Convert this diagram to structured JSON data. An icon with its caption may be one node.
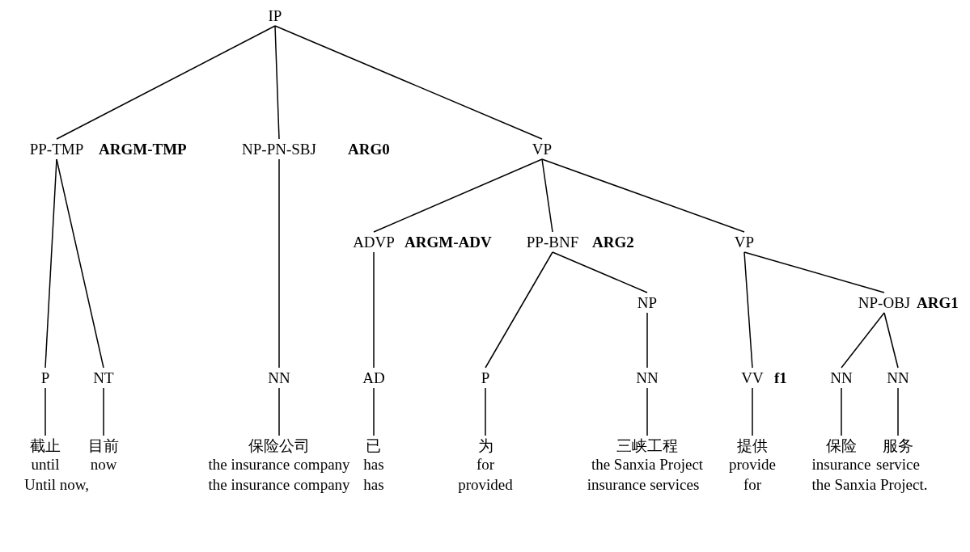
{
  "diagram": {
    "nodes": [
      {
        "text": [
          "IP"
        ]
      },
      {
        "text": [
          "PP-TMP"
        ],
        "beside": [
          "ARGM-TMP"
        ]
      },
      {
        "text": [
          "NP-PN-SBJ"
        ],
        "beside": [
          "ARG0"
        ]
      },
      {
        "text": [
          "VP"
        ]
      },
      {
        "text": [
          "ADVP"
        ],
        "beside": [
          "ARGM-ADV"
        ]
      },
      {
        "text": [
          "PP-BNF"
        ],
        "beside": [
          "ARG2"
        ]
      },
      {
        "text": [
          "VP"
        ]
      },
      {
        "text": [
          "NP"
        ]
      },
      {
        "text": [
          "NP-OBJ"
        ],
        "beside": [
          "ARG1"
        ]
      },
      {
        "text": [
          "P"
        ]
      },
      {
        "text": [
          "NT"
        ]
      },
      {
        "text": [
          "NN"
        ]
      },
      {
        "text": [
          "AD"
        ]
      },
      {
        "text": [
          "P"
        ]
      },
      {
        "text": [
          "NN"
        ]
      },
      {
        "text": [
          "VV"
        ],
        "beside": [
          "f1"
        ]
      },
      {
        "text": [
          "NN"
        ]
      },
      {
        "text": [
          "NN"
        ]
      },
      {
        "text": [
          "截止",
          "until"
        ]
      },
      {
        "text": [
          "目前",
          "now"
        ]
      },
      {
        "text": [
          "保险公司",
          "the insurance company"
        ]
      },
      {
        "text": [
          "已",
          "has"
        ]
      },
      {
        "text": [
          "为",
          "for"
        ]
      },
      {
        "text": [
          "三峡工程",
          "the Sanxia Project"
        ]
      },
      {
        "text": [
          "提供",
          "provide"
        ]
      },
      {
        "text": [
          "保险",
          "insurance"
        ]
      },
      {
        "text": [
          "服务",
          "service"
        ]
      }
    ],
    "edges": [
      {
        "from": 0,
        "to": 1,
        "arrow": "none"
      },
      {
        "from": 0,
        "to": 2,
        "arrow": "none"
      },
      {
        "from": 0,
        "to": 3,
        "arrow": "none"
      },
      {
        "from": 1,
        "to": 9,
        "arrow": "none"
      },
      {
        "from": 1,
        "to": 10,
        "arrow": "none"
      },
      {
        "from": 2,
        "to": 11,
        "arrow": "none"
      },
      {
        "from": 3,
        "to": 4,
        "arrow": "none"
      },
      {
        "from": 3,
        "to": 5,
        "arrow": "none"
      },
      {
        "from": 3,
        "to": 6,
        "arrow": "none"
      },
      {
        "from": 4,
        "to": 12,
        "arrow": "none"
      },
      {
        "from": 5,
        "to": 13,
        "arrow": "none"
      },
      {
        "from": 5,
        "to": 7,
        "arrow": "none"
      },
      {
        "from": 7,
        "to": 14,
        "arrow": "none"
      },
      {
        "from": 6,
        "to": 15,
        "arrow": "none"
      },
      {
        "from": 6,
        "to": 8,
        "arrow": "none"
      },
      {
        "from": 8,
        "to": 16,
        "arrow": "none"
      },
      {
        "from": 8,
        "to": 17,
        "arrow": "none"
      },
      {
        "from": 9,
        "to": 18,
        "arrow": "none"
      },
      {
        "from": 10,
        "to": 19,
        "arrow": "none"
      },
      {
        "from": 11,
        "to": 20,
        "arrow": "none"
      },
      {
        "from": 12,
        "to": 21,
        "arrow": "none"
      },
      {
        "from": 13,
        "to": 22,
        "arrow": "none"
      },
      {
        "from": 14,
        "to": 23,
        "arrow": "none"
      },
      {
        "from": 15,
        "to": 24,
        "arrow": "none"
      },
      {
        "from": 16,
        "to": 25,
        "arrow": "none"
      },
      {
        "from": 17,
        "to": 26,
        "arrow": "none"
      }
    ],
    "labels": [
      "Until now,",
      "the insurance company",
      "has",
      "provided",
      "insurance services",
      "for",
      "the Sanxia Project."
    ]
  }
}
